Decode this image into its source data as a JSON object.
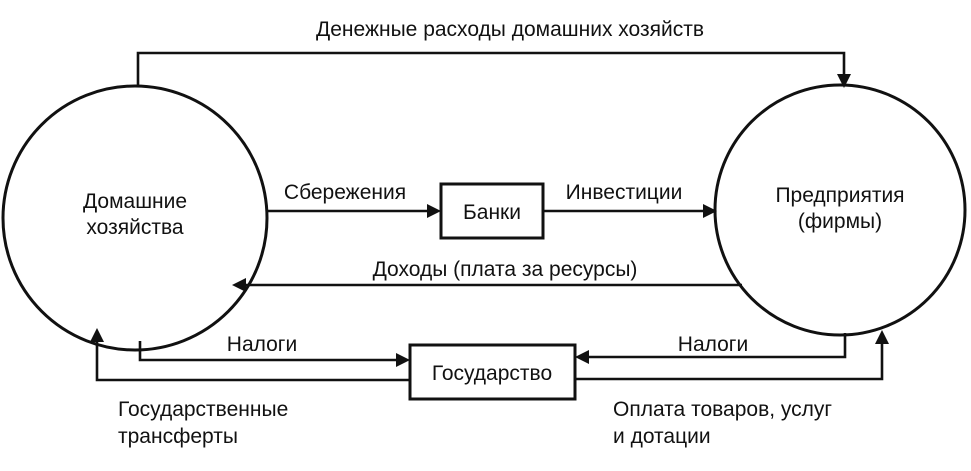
{
  "nodes": {
    "households": [
      "Домашние",
      "хозяйства"
    ],
    "firms": [
      "Предприятия",
      "(фирмы)"
    ],
    "banks": "Банки",
    "government": "Государство"
  },
  "flows": {
    "household_spending": "Денежные расходы домашних хозяйств",
    "savings": "Сбережения",
    "investments": "Инвестиции",
    "incomes": "Доходы (плата за ресурсы)",
    "taxes_households": "Налоги",
    "taxes_firms": "Налоги",
    "transfers": [
      "Государственные",
      "трансферты"
    ],
    "payments": [
      "Оплата товаров, услуг",
      "и дотации"
    ]
  }
}
